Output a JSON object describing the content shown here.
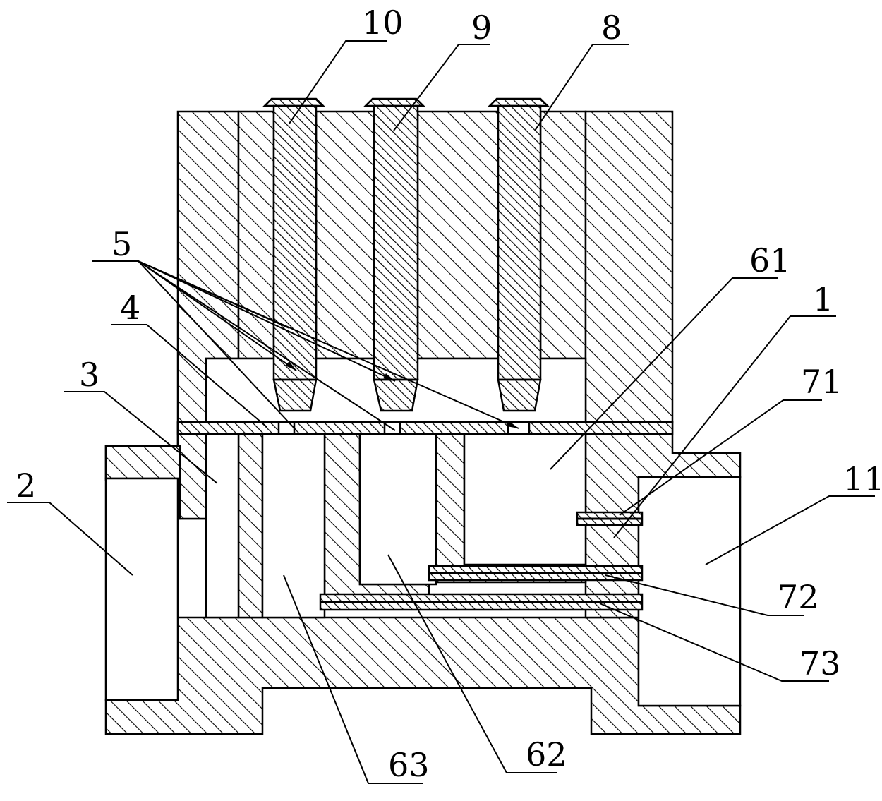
{
  "labels": {
    "l10": "10",
    "l9": "9",
    "l8": "8",
    "l5": "5",
    "l4": "4",
    "l3": "3",
    "l2": "2",
    "l61": "61",
    "l1": "1",
    "l71": "71",
    "l11": "11",
    "l72": "72",
    "l73": "73",
    "l63": "63",
    "l62": "62"
  },
  "colors": {
    "stroke": "#000000",
    "background": "#ffffff"
  }
}
